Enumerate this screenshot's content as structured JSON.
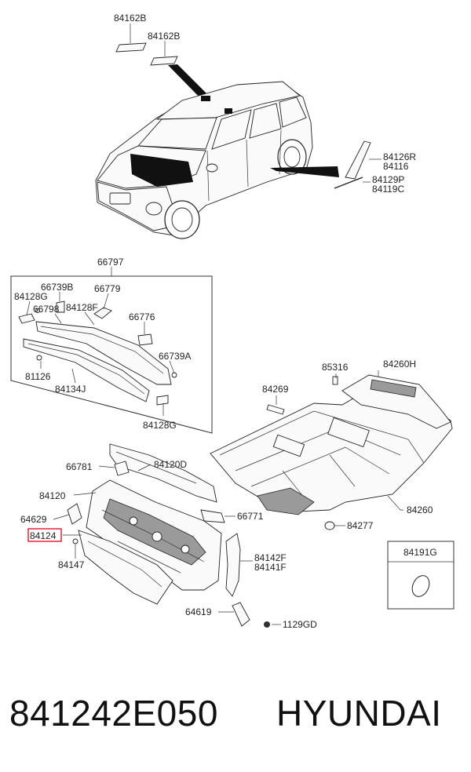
{
  "labels": {
    "p84162B_a": "84162B",
    "p84162B_b": "84162B",
    "p84126R": "84126R",
    "p84116": "84116",
    "p84129P": "84129P",
    "p84119C": "84119C",
    "p66797": "66797",
    "p66739B": "66739B",
    "p84128G_a": "84128G",
    "p66779": "66779",
    "p66798": "66798",
    "p84128F": "84128F",
    "p66776": "66776",
    "p66739A": "66739A",
    "p81126": "81126",
    "p84134J": "84134J",
    "p84128G_b": "84128G",
    "p85316": "85316",
    "p84260H": "84260H",
    "p84269": "84269",
    "p66781": "66781",
    "p84120D": "84120D",
    "p84120": "84120",
    "p64629": "64629",
    "p84124": "84124",
    "p84147": "84147",
    "p66771": "66771",
    "p84277": "84277",
    "p84260": "84260",
    "p84142F": "84142F",
    "p84141F": "84141F",
    "p84191G": "84191G",
    "p64619": "64619",
    "p1129GD": "1129GD"
  },
  "highlight_color": "#e8001c",
  "footer": {
    "part_number": "841242E050",
    "brand": "HYUNDAI"
  }
}
